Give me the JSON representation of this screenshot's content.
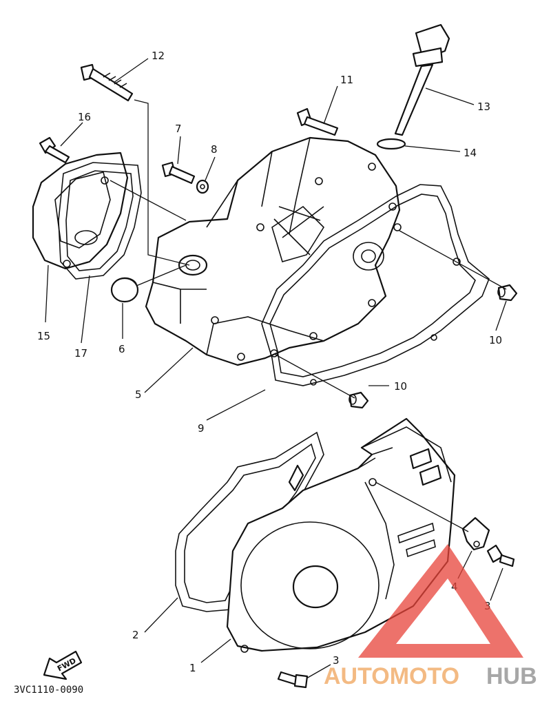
{
  "diagram": {
    "callouts": {
      "p1": "1",
      "p2": "2",
      "p3a": "3",
      "p3b": "3",
      "p4": "4",
      "p5": "5",
      "p6": "6",
      "p7": "7",
      "p8": "8",
      "p9": "9",
      "p10a": "10",
      "p10b": "10",
      "p11": "11",
      "p12": "12",
      "p13": "13",
      "p14": "14",
      "p15": "15",
      "p16": "16",
      "p17": "17"
    },
    "fwd_label": "FWD",
    "drawing_code": "3VC1110-0090"
  },
  "watermark": {
    "brand_part1": "AUTOMOTO",
    "brand_part2": "HUB",
    "color_primary": "#f0a35a",
    "color_secondary": "#8a8a8a",
    "logo_color": "#e8443a"
  }
}
